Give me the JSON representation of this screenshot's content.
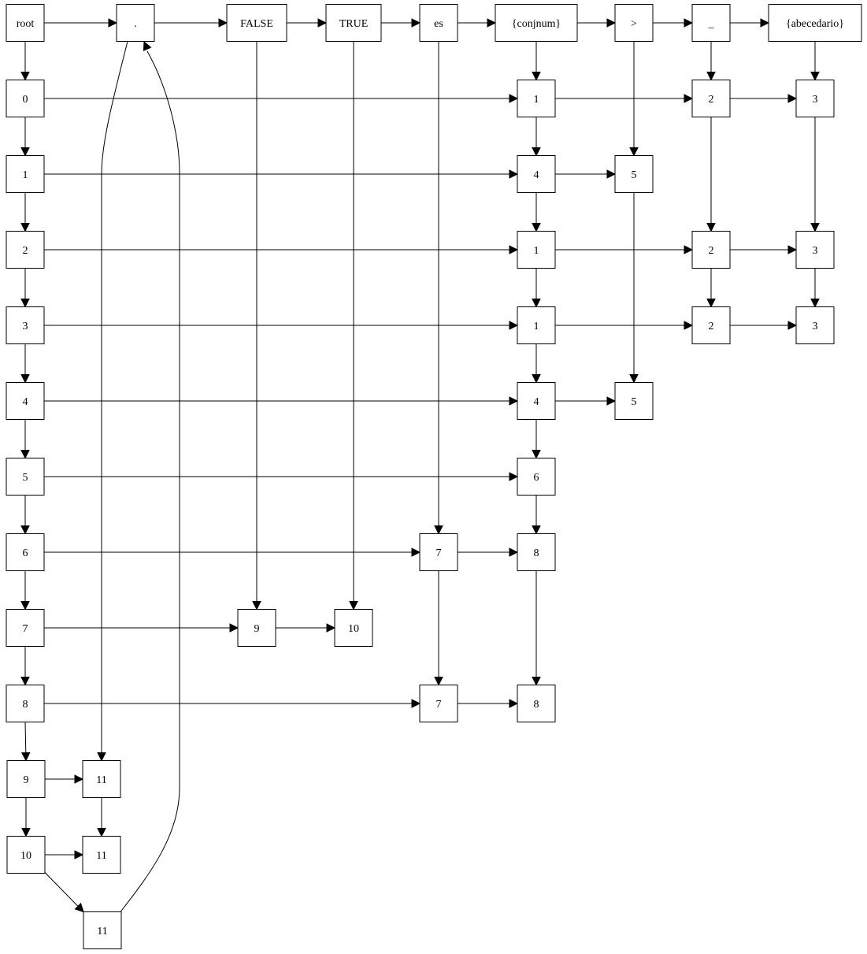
{
  "diagram": {
    "type": "sparse-matrix-graph",
    "colors": {
      "background": "#ffffff",
      "stroke": "#000000",
      "text": "#000000"
    },
    "nodes": [
      {
        "id": "root",
        "label": "root"
      },
      {
        "id": "h_dot",
        "label": "."
      },
      {
        "id": "h_false",
        "label": "FALSE"
      },
      {
        "id": "h_true",
        "label": "TRUE"
      },
      {
        "id": "h_es",
        "label": "es"
      },
      {
        "id": "h_conj",
        "label": "{conjnum}"
      },
      {
        "id": "h_gt",
        "label": ">"
      },
      {
        "id": "h_us",
        "label": "_"
      },
      {
        "id": "h_abc",
        "label": "{abecedario}"
      },
      {
        "id": "r0",
        "label": "0"
      },
      {
        "id": "r1",
        "label": "1"
      },
      {
        "id": "r2",
        "label": "2"
      },
      {
        "id": "r3",
        "label": "3"
      },
      {
        "id": "r4",
        "label": "4"
      },
      {
        "id": "r5",
        "label": "5"
      },
      {
        "id": "r6",
        "label": "6"
      },
      {
        "id": "r7",
        "label": "7"
      },
      {
        "id": "r8",
        "label": "8"
      },
      {
        "id": "r9",
        "label": "9"
      },
      {
        "id": "r10",
        "label": "10"
      },
      {
        "id": "c0_conj",
        "label": "1"
      },
      {
        "id": "c0_us",
        "label": "2"
      },
      {
        "id": "c0_abc",
        "label": "3"
      },
      {
        "id": "c1_conj",
        "label": "4"
      },
      {
        "id": "c1_gt",
        "label": "5"
      },
      {
        "id": "c2_conj",
        "label": "1"
      },
      {
        "id": "c2_us",
        "label": "2"
      },
      {
        "id": "c2_abc",
        "label": "3"
      },
      {
        "id": "c3_conj",
        "label": "1"
      },
      {
        "id": "c3_us",
        "label": "2"
      },
      {
        "id": "c3_abc",
        "label": "3"
      },
      {
        "id": "c4_conj",
        "label": "4"
      },
      {
        "id": "c4_gt",
        "label": "5"
      },
      {
        "id": "c5_conj",
        "label": "6"
      },
      {
        "id": "c6_es",
        "label": "7"
      },
      {
        "id": "c6_conj",
        "label": "8"
      },
      {
        "id": "c7_false",
        "label": "9"
      },
      {
        "id": "c7_true",
        "label": "10"
      },
      {
        "id": "c8_es",
        "label": "7"
      },
      {
        "id": "c8_conj",
        "label": "8"
      },
      {
        "id": "c9_dot",
        "label": "11"
      },
      {
        "id": "c10_dot",
        "label": "11"
      },
      {
        "id": "c_extra",
        "label": "11"
      }
    ],
    "edges": [
      [
        "root",
        "h_dot"
      ],
      [
        "h_dot",
        "h_false"
      ],
      [
        "h_false",
        "h_true"
      ],
      [
        "h_true",
        "h_es"
      ],
      [
        "h_es",
        "h_conj"
      ],
      [
        "h_conj",
        "h_gt"
      ],
      [
        "h_gt",
        "h_us"
      ],
      [
        "h_us",
        "h_abc"
      ],
      [
        "root",
        "r0"
      ],
      [
        "r0",
        "r1"
      ],
      [
        "r1",
        "r2"
      ],
      [
        "r2",
        "r3"
      ],
      [
        "r3",
        "r4"
      ],
      [
        "r4",
        "r5"
      ],
      [
        "r5",
        "r6"
      ],
      [
        "r6",
        "r7"
      ],
      [
        "r7",
        "r8"
      ],
      [
        "r8",
        "r9"
      ],
      [
        "r9",
        "r10"
      ],
      [
        "r0",
        "c0_conj"
      ],
      [
        "c0_conj",
        "c0_us"
      ],
      [
        "c0_us",
        "c0_abc"
      ],
      [
        "r1",
        "c1_conj"
      ],
      [
        "c1_conj",
        "c1_gt"
      ],
      [
        "r2",
        "c2_conj"
      ],
      [
        "c2_conj",
        "c2_us"
      ],
      [
        "c2_us",
        "c2_abc"
      ],
      [
        "r3",
        "c3_conj"
      ],
      [
        "c3_conj",
        "c3_us"
      ],
      [
        "c3_us",
        "c3_abc"
      ],
      [
        "r4",
        "c4_conj"
      ],
      [
        "c4_conj",
        "c4_gt"
      ],
      [
        "r5",
        "c5_conj"
      ],
      [
        "r6",
        "c6_es"
      ],
      [
        "c6_es",
        "c6_conj"
      ],
      [
        "r7",
        "c7_false"
      ],
      [
        "c7_false",
        "c7_true"
      ],
      [
        "r8",
        "c8_es"
      ],
      [
        "c8_es",
        "c8_conj"
      ],
      [
        "r9",
        "c9_dot"
      ],
      [
        "r10",
        "c10_dot"
      ],
      [
        "r10",
        "c_extra"
      ],
      [
        "c_extra",
        "h_dot"
      ],
      [
        "h_dot",
        "c9_dot"
      ],
      [
        "c9_dot",
        "c10_dot"
      ],
      [
        "h_false",
        "c7_false"
      ],
      [
        "h_true",
        "c7_true"
      ],
      [
        "h_es",
        "c6_es"
      ],
      [
        "c6_es",
        "c8_es"
      ],
      [
        "h_conj",
        "c0_conj"
      ],
      [
        "c0_conj",
        "c1_conj"
      ],
      [
        "c1_conj",
        "c2_conj"
      ],
      [
        "c2_conj",
        "c3_conj"
      ],
      [
        "c3_conj",
        "c4_conj"
      ],
      [
        "c4_conj",
        "c5_conj"
      ],
      [
        "c5_conj",
        "c6_conj"
      ],
      [
        "c6_conj",
        "c8_conj"
      ],
      [
        "h_gt",
        "c1_gt"
      ],
      [
        "c1_gt",
        "c4_gt"
      ],
      [
        "h_us",
        "c0_us"
      ],
      [
        "c0_us",
        "c2_us"
      ],
      [
        "c2_us",
        "c3_us"
      ],
      [
        "h_abc",
        "c0_abc"
      ],
      [
        "c0_abc",
        "c2_abc"
      ],
      [
        "c2_abc",
        "c3_abc"
      ]
    ]
  }
}
